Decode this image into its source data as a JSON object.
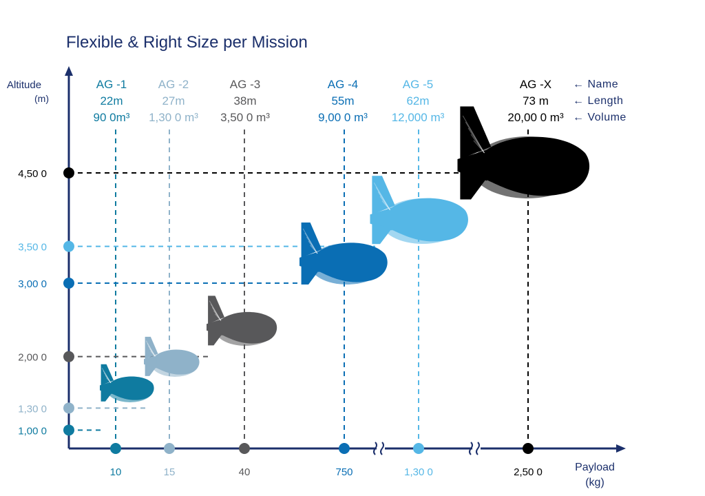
{
  "title": "Flexible & Right Size per Mission",
  "legend_hints": {
    "name": "← Name",
    "length": "← Length",
    "volume": "← Volume"
  },
  "chart_data": {
    "type": "scatter",
    "title": "Flexible & Right Size per Mission",
    "ylabel": "Altitude",
    "yunit": "(m)",
    "xlabel": "Payload",
    "xunit": "(kg)",
    "x_axis_breaks": [
      "between 750 and 1,300",
      "between 1,300 and 2,500"
    ],
    "grid": false,
    "series": [
      {
        "name": "AG -1",
        "length": "22m",
        "volume": "90 0m³",
        "payload": 10,
        "payload_label": "10",
        "altitude": 1000,
        "altitude_label": "1,00 0",
        "color": "#0f7ba0"
      },
      {
        "name": "AG -2",
        "length": "27m",
        "volume": "1,30 0 m³",
        "payload": 15,
        "payload_label": "15",
        "altitude": 1300,
        "altitude_label": "1,30 0",
        "color": "#8fb2c9"
      },
      {
        "name": "AG -3",
        "length": "38m",
        "volume": "3,50 0 m³",
        "payload": 40,
        "payload_label": "40",
        "altitude": 2000,
        "altitude_label": "2,00 0",
        "color": "#58585a"
      },
      {
        "name": "AG -4",
        "length": "55m",
        "volume": "9,00 0 m³",
        "payload": 750,
        "payload_label": "750",
        "altitude": 3000,
        "altitude_label": "3,00 0",
        "color": "#0a6eb4"
      },
      {
        "name": "AG -5",
        "length": "62m",
        "volume": "12,000 m³",
        "payload": 1300,
        "payload_label": "1,30 0",
        "altitude": 3500,
        "altitude_label": "3,50 0",
        "color": "#55b7e6"
      },
      {
        "name": "AG -X",
        "length": "73 m",
        "volume": "20,00 0 m³",
        "payload": 2500,
        "payload_label": "2,50 0",
        "altitude": 4500,
        "altitude_label": "4,50 0",
        "color": "#000000"
      }
    ]
  }
}
